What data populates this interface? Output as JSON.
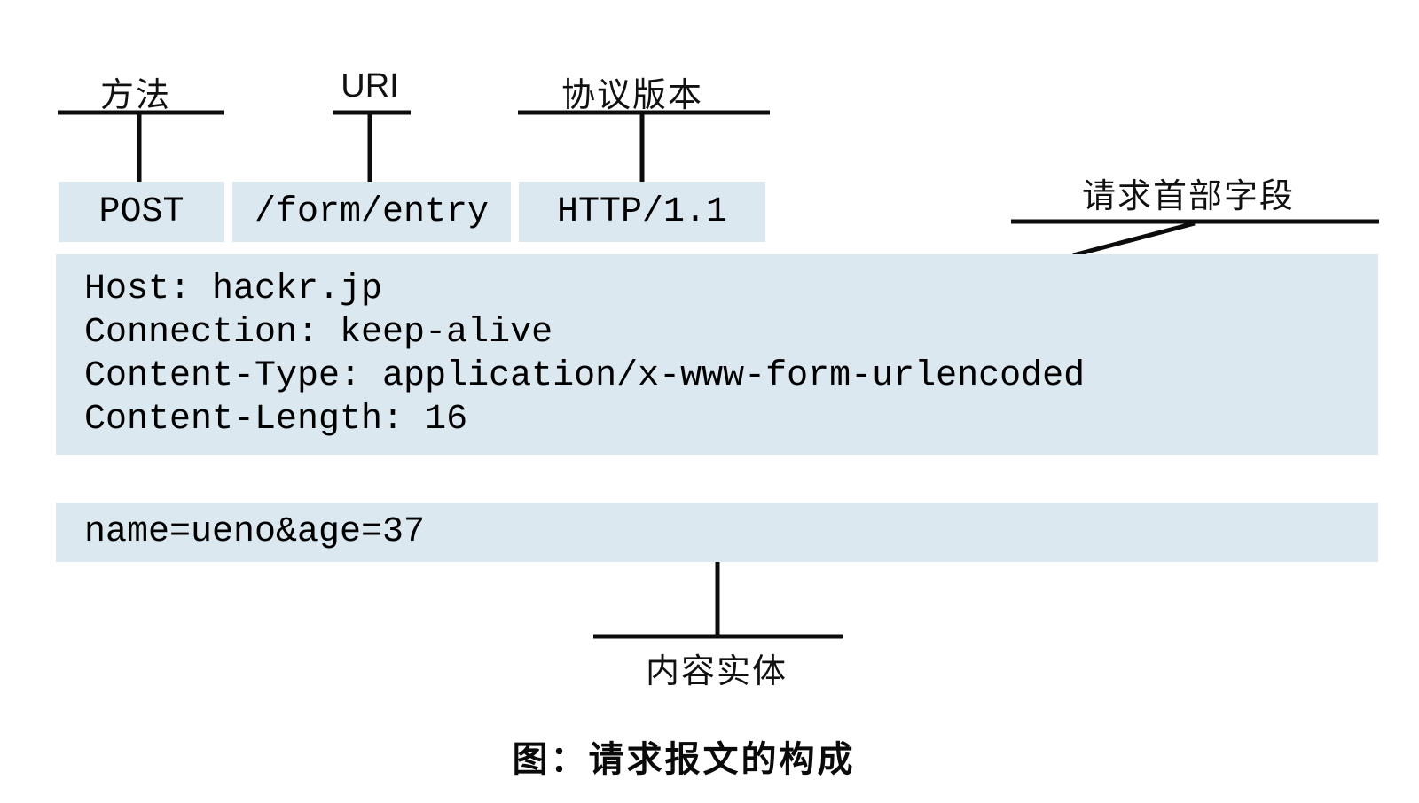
{
  "labels": {
    "method": "方法",
    "uri": "URI",
    "version": "协议版本",
    "headers": "请求首部字段",
    "body": "内容实体"
  },
  "request_line": {
    "method": "POST",
    "uri": "/form/entry",
    "version": "HTTP/1.1"
  },
  "headers": {
    "lines": [
      "Host: hackr.jp",
      "Connection: keep-alive",
      "Content-Type: application/x-www-form-urlencoded",
      "Content-Length: 16"
    ]
  },
  "body": {
    "content": "name=ueno&age=37"
  },
  "caption": "图：请求报文的构成",
  "colors": {
    "box_fill": "#dbe8f0",
    "line": "#0c0c0c",
    "text": "#000000"
  }
}
